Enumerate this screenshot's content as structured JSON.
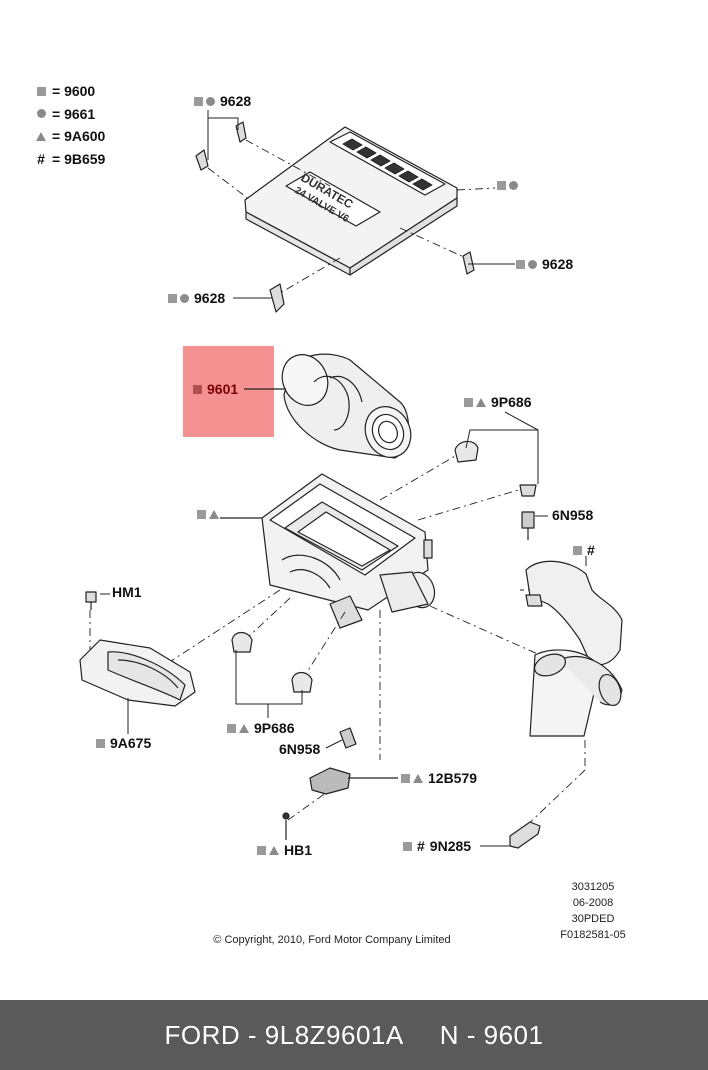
{
  "legend": [
    {
      "symbol": "square-icon",
      "eq": "=",
      "code": "9600"
    },
    {
      "symbol": "circle-icon",
      "eq": "=",
      "code": "9661"
    },
    {
      "symbol": "triangle-icon",
      "eq": "=",
      "code": "9A600"
    },
    {
      "symbol": "#",
      "eq": "=",
      "code": "9B659"
    }
  ],
  "callouts": {
    "clip_top": "9628",
    "clip_right_top": "",
    "clip_right": "9628",
    "clip_left": "9628",
    "filter": "9601",
    "grommet_top": "9P686",
    "valve_top": "6N958",
    "housing": "",
    "duct": "#",
    "hm1": "HM1",
    "plate": "9A675",
    "grommet_bottom": "9P686",
    "valve_bottom": "6N958",
    "sensor": "12B579",
    "hb1": "HB1",
    "sensor2": "9N285"
  },
  "cover_text": {
    "line1": "DURATEC",
    "line2": "24 VALVE V6"
  },
  "refs": [
    "3031205",
    "06-2008",
    "30PDED",
    "F0182581-05"
  ],
  "copyright": "© Copyright, 2010, Ford Motor Company Limited",
  "footer": {
    "left": "FORD - 9L8Z9601A",
    "right": "N - 9601"
  },
  "colors": {
    "highlight": "#f06e6e",
    "footer_bg": "#5a5a5a",
    "symbol_gray": "#8a8a8a"
  }
}
